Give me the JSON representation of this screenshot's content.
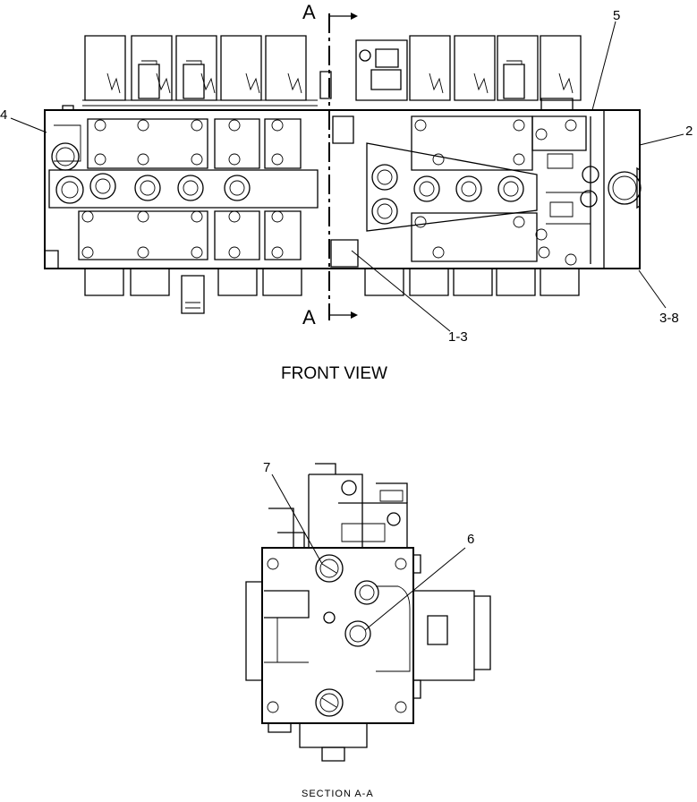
{
  "front_view": {
    "caption": "FRONT VIEW",
    "section_marker_top": "A",
    "section_marker_bottom": "A",
    "callouts": [
      "5",
      "4",
      "2",
      "3-8",
      "1-3"
    ]
  },
  "section_view": {
    "caption": "SECTION  A-A",
    "callouts": [
      "7",
      "6"
    ]
  }
}
